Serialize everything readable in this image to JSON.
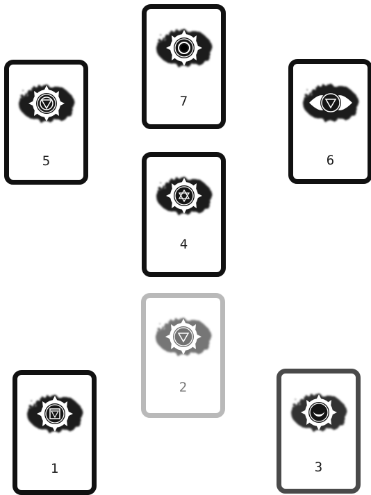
{
  "cards": [
    {
      "id": "7",
      "label": "7",
      "symbol": "dot",
      "tone": "#111111"
    },
    {
      "id": "5",
      "label": "5",
      "symbol": "down-triangle",
      "tone": "#111111"
    },
    {
      "id": "6",
      "label": "6",
      "symbol": "down-triangle-petals",
      "tone": "#111111"
    },
    {
      "id": "4",
      "label": "4",
      "symbol": "hexagram",
      "tone": "#111111"
    },
    {
      "id": "2",
      "label": "2",
      "symbol": "down-triangle",
      "tone": "#8c8c8c"
    },
    {
      "id": "1",
      "label": "1",
      "symbol": "square-triangle",
      "tone": "#111111"
    },
    {
      "id": "3",
      "label": "3",
      "symbol": "crescent",
      "tone": "#4a4a4a"
    }
  ]
}
